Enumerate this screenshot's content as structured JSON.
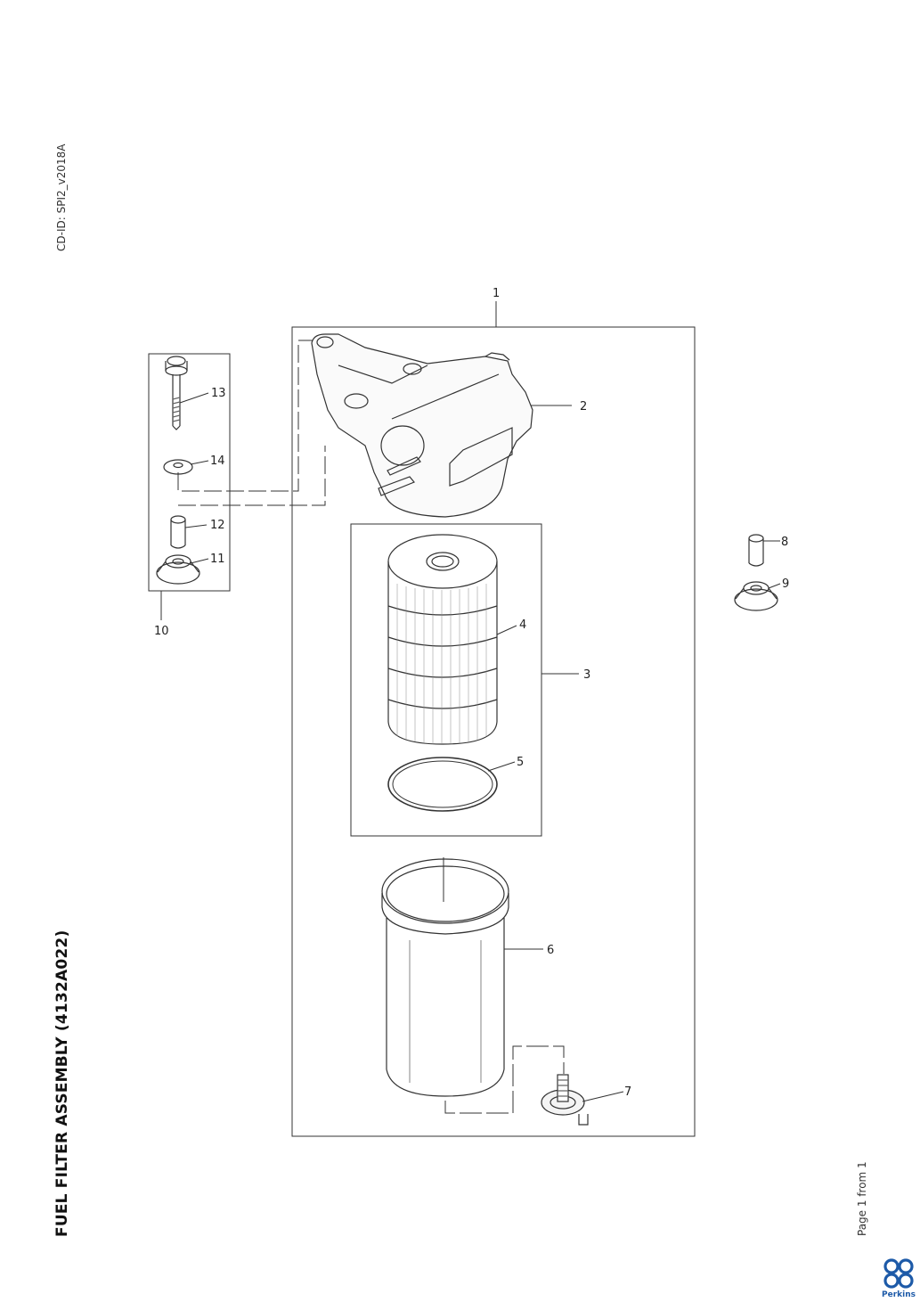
{
  "header": {
    "cd_id": "CD-ID: SPI2_v2018A",
    "title": "FUEL FILTER ASSEMBLY (4132A022)",
    "page_info": "Page 1 from 1"
  },
  "brand": {
    "name": "Perkins",
    "color": "#1d5aa8"
  },
  "callouts": [
    "1",
    "2",
    "3",
    "4",
    "5",
    "6",
    "7",
    "8",
    "9",
    "10",
    "11",
    "12",
    "13",
    "14"
  ]
}
